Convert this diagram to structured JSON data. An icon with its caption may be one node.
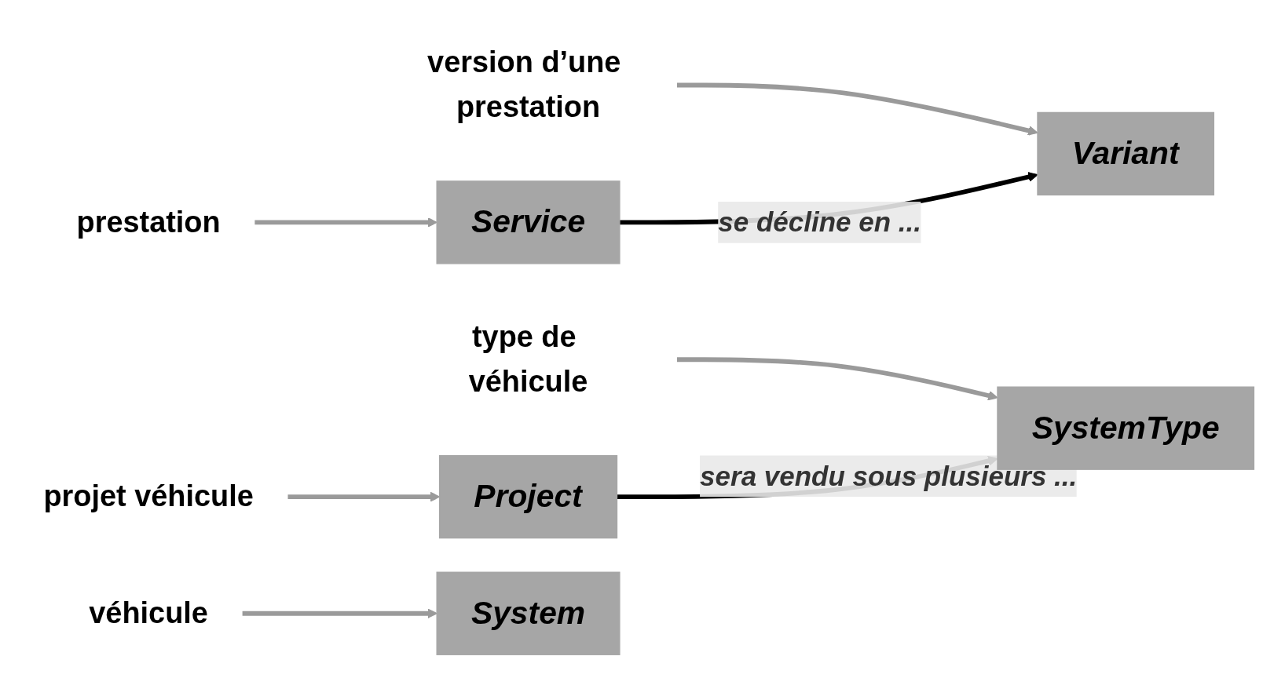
{
  "diagram": {
    "nodes": [
      {
        "text": [
          "prestation"
        ]
      },
      {
        "text": [
          "version d’une prestation"
        ]
      },
      {
        "text": [
          "projet véhicule"
        ]
      },
      {
        "text": [
          "type de véhicule"
        ]
      },
      {
        "text": [
          "véhicule"
        ]
      },
      {
        "text": [
          "Service"
        ]
      },
      {
        "text": [
          "Variant"
        ]
      },
      {
        "text": [
          "Project"
        ]
      },
      {
        "text": [
          "SystemType"
        ]
      },
      {
        "text": [
          "System"
        ]
      }
    ],
    "edges": [
      {
        "from": 0,
        "to": 5,
        "arrow": "to"
      },
      {
        "from": 1,
        "to": 6,
        "arrow": "to"
      },
      {
        "from": 2,
        "to": 7,
        "arrow": "to"
      },
      {
        "from": 3,
        "to": 8,
        "arrow": "to"
      },
      {
        "from": 4,
        "to": 9,
        "arrow": "to"
      },
      {
        "from": 5,
        "to": 6,
        "arrow": "to",
        "label": "se décline en ...",
        "color": "#000000"
      },
      {
        "from": 7,
        "to": 8,
        "arrow": "to",
        "label": "sera vendu sous plusieurs ...",
        "color": "#000000"
      }
    ]
  }
}
